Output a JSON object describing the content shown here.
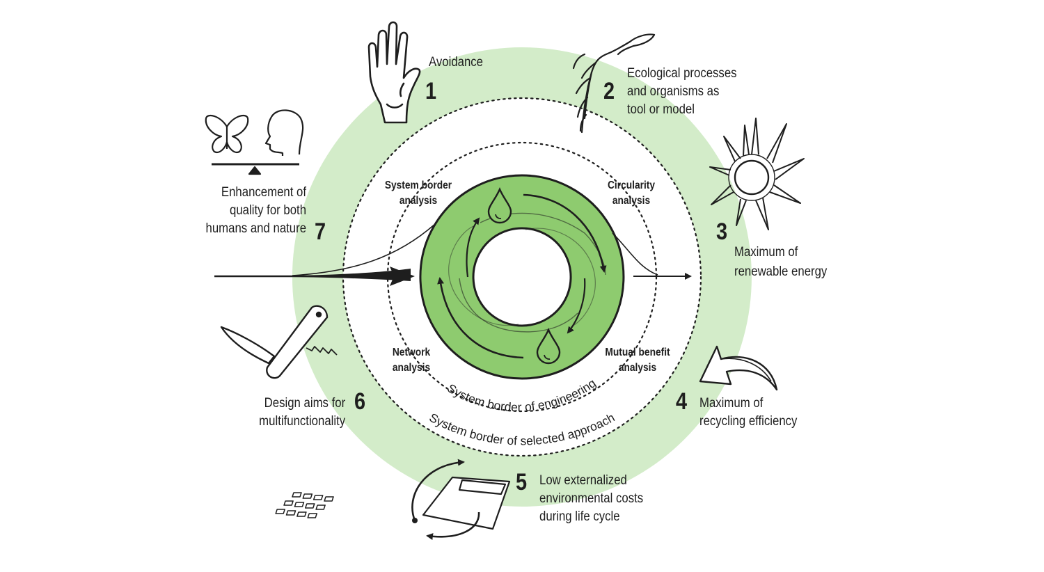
{
  "principles": [
    {
      "num": "1",
      "lines": [
        "Avoidance"
      ]
    },
    {
      "num": "2",
      "lines": [
        "Ecological processes",
        "and organisms as",
        "tool or model"
      ]
    },
    {
      "num": "3",
      "lines": [
        "Maximum of",
        "renewable energy"
      ]
    },
    {
      "num": "4",
      "lines": [
        "Maximum of",
        "recycling efficiency"
      ]
    },
    {
      "num": "5",
      "lines": [
        "Low externalized",
        "environmental costs",
        "during life cycle"
      ]
    },
    {
      "num": "6",
      "lines": [
        "Design aims for",
        "multifunctionality"
      ]
    },
    {
      "num": "7",
      "lines": [
        "Enhancement of",
        "quality for both",
        "humans and nature"
      ]
    }
  ],
  "analyses": {
    "system_border": [
      "System border",
      "analysis"
    ],
    "circularity": [
      "Circularity",
      "analysis"
    ],
    "network": [
      "Network",
      "analysis"
    ],
    "mutual_benefit": [
      "Mutual benefit",
      "analysis"
    ]
  },
  "borders": {
    "engineering": "System border of engineering",
    "selected": "System border of selected approach"
  },
  "colors": {
    "outer_ring": "#d3ecc9",
    "inner_ring": "#8ecb6f",
    "ink": "#1e1e1e"
  },
  "icons": [
    "hand-icon",
    "feather-icon",
    "sun-icon",
    "recycle-arrow-icon",
    "calculator-icon",
    "pocket-knife-icon",
    "balance-butterfly-head-icon",
    "water-drop-icon"
  ]
}
